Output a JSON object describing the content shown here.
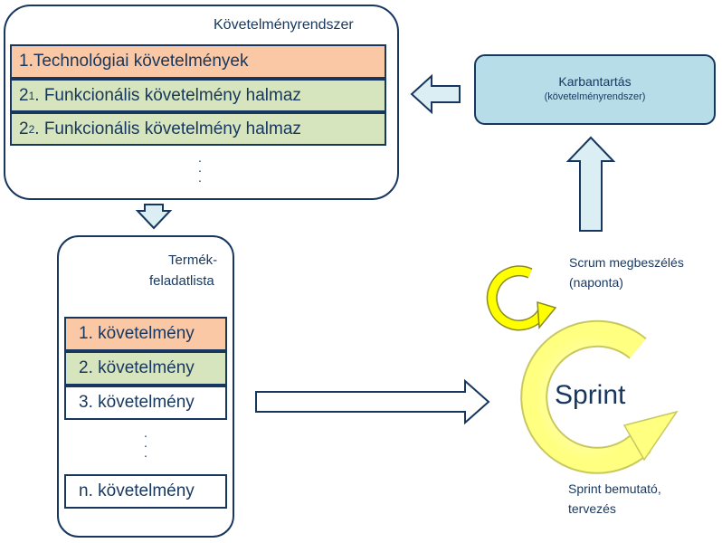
{
  "requirements_system": {
    "title": "Követelményrendszer",
    "rows": [
      {
        "num": "1.",
        "sub": "",
        "text": " Technológiai követelmények",
        "color": "orange"
      },
      {
        "num": "2",
        "sub": "1",
        "text": ". Funkcionális követelmény halmaz",
        "color": "green"
      },
      {
        "num": "2",
        "sub": "2",
        "text": ". Funkcionális követelmény halmaz",
        "color": "green"
      }
    ]
  },
  "maintenance": {
    "title": "Karbantartás",
    "subtitle": "(követelményrendszer)"
  },
  "product_backlog": {
    "title_line1": "Termék-",
    "title_line2": "feladatlista",
    "items": [
      {
        "label": "1. követelmény",
        "color": "orange"
      },
      {
        "label": "2. követelmény",
        "color": "green"
      },
      {
        "label": "3. követelmény",
        "color": "white"
      },
      {
        "label": "n. követelmény",
        "color": "white"
      }
    ]
  },
  "sprint": {
    "label": "Sprint",
    "daily_scrum_line1": "Scrum megbeszélés",
    "daily_scrum_line2": "(naponta)",
    "review_line1": "Sprint bemutató,",
    "review_line2": "tervezés"
  },
  "colors": {
    "border": "#17375e",
    "orange_fill": "#fac8a5",
    "green_fill": "#d6e5bd",
    "blue_box": "#b7dde8",
    "arrow_fill": "#dbeef4",
    "cycle_yellow": "#ffff00",
    "cycle_light": "#ffffa0"
  }
}
